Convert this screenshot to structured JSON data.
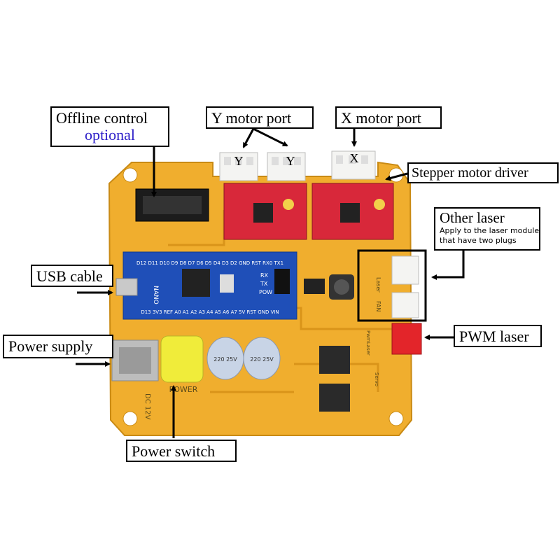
{
  "callouts": {
    "offline_control": "Offline control",
    "offline_optional": "optional",
    "y_motor_port": "Y motor port",
    "x_motor_port": "X motor port",
    "stepper_motor_driver": "Stepper motor driver",
    "other_laser": "Other laser",
    "other_laser_note_line1": "Apply to the laser module",
    "other_laser_note_line2": "that have two plugs",
    "usb_cable": "USB cable",
    "power_supply": "Power supply",
    "pwm_laser": "PWM laser",
    "power_switch": "Power switch"
  },
  "board": {
    "y_label_1": "Y",
    "y_label_2": "Y",
    "x_label": "X",
    "nano_top_pins": "D12 D11 D10 D9 D8 D7 D6 D5 D4 D3 D2 GND RST RX0 TX1",
    "nano_bottom_pins": "D13 3V3 REF A0 A1 A2 A3 A4 A5 A6 A7 5V RST GND VIN",
    "nano_name": "NANO",
    "nano_rx": "RX",
    "nano_tx": "TX",
    "nano_pow": "POW",
    "laser_label": "Laser",
    "fan_label": "FAN",
    "pwm_label": "PwmLaser",
    "servo_label": "Servo",
    "power_label": "POWER",
    "dc_label": "DC 12V",
    "cap_text": "220 25V"
  },
  "colors": {
    "pcb": "#f0ae2e",
    "pcb_dark": "#d9941a",
    "driver_red": "#d8283a",
    "nano_blue": "#1f4fb8",
    "connector_white": "#f4f4f2",
    "connector_red": "#e3252a",
    "switch_yellow": "#f0ec3a",
    "highlight_blue": "#2c1ec8"
  }
}
